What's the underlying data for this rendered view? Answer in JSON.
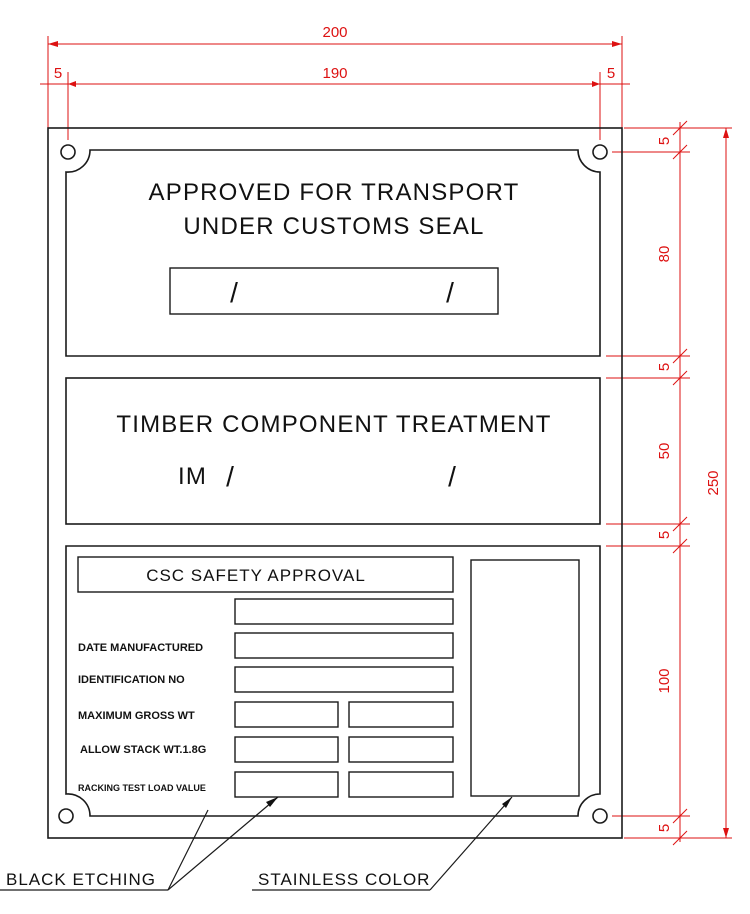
{
  "dimensions": {
    "overall_width": "200",
    "inner_width": "190",
    "left_margin": "5",
    "right_margin": "5",
    "top_margin": "5",
    "section1_height": "80",
    "gap1": "5",
    "section2_height": "50",
    "gap2": "5",
    "section3_height": "100",
    "bottom_margin": "5",
    "overall_height": "250"
  },
  "customs": {
    "line1": "APPROVED FOR TRANSPORT",
    "line2": "UNDER CUSTOMS SEAL",
    "slash1": "/",
    "slash2": "/"
  },
  "timber": {
    "title": "TIMBER COMPONENT TREATMENT",
    "prefix": "IM",
    "slash1": "/",
    "slash2": "/"
  },
  "csc": {
    "title": "CSC SAFETY APPROVAL",
    "labels": {
      "date_manufactured": "DATE MANUFACTURED",
      "identification_no": "IDENTIFICATION NO",
      "maximum_gross_wt": "MAXIMUM GROSS WT",
      "allow_stack": "ALLOW STACK WT.1.8G",
      "racking_test": "RACKING TEST LOAD VALUE"
    }
  },
  "notes": {
    "black_etching": "BLACK ETCHING",
    "stainless_color": "STAINLESS COLOR"
  },
  "colors": {
    "dimension_lines": "#d11111",
    "plate_lines": "#1a1a1a"
  }
}
